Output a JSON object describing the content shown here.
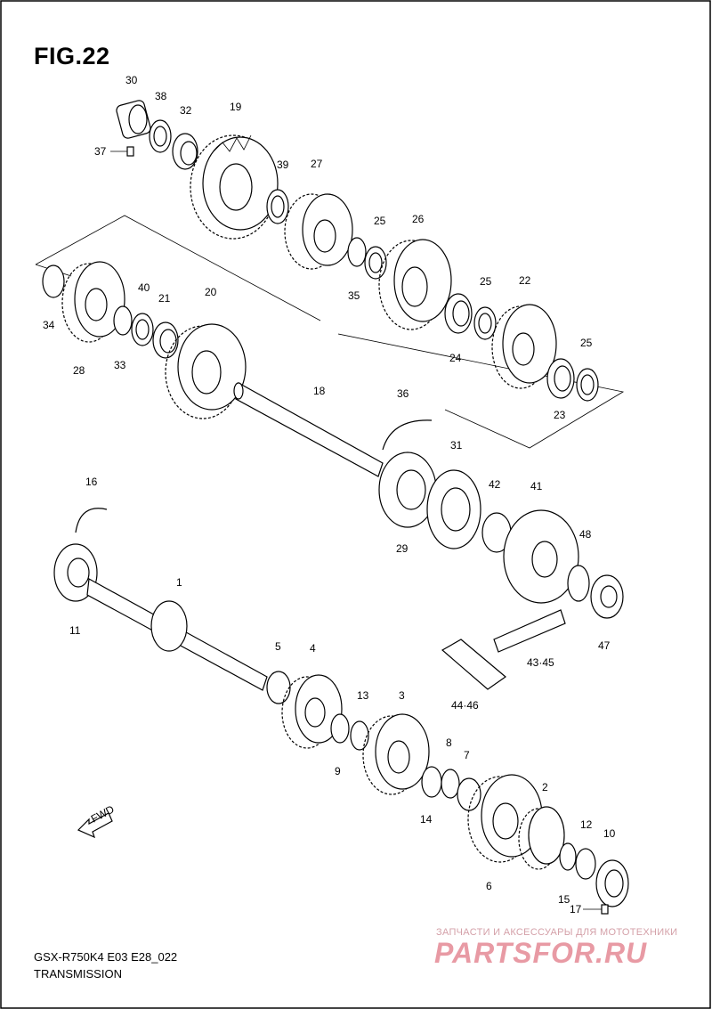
{
  "figure": {
    "title": "FIG.22",
    "model_code": "GSX-R750K4 E03 E28_022",
    "section": "TRANSMISSION",
    "fwd_label": "FWD"
  },
  "watermark": {
    "top_text": "ЗАПЧАСТИ И АКСЕССУАРЫ ДЛЯ МОТОТЕХНИКИ",
    "logo_text": "PARTSFOR.RU"
  },
  "callouts": [
    "30",
    "38",
    "32",
    "19",
    "37",
    "39",
    "27",
    "25",
    "26",
    "35",
    "25",
    "22",
    "24",
    "34",
    "40",
    "21",
    "20",
    "28",
    "33",
    "25",
    "23",
    "18",
    "36",
    "31",
    "42",
    "41",
    "29",
    "48",
    "47",
    "16",
    "1",
    "11",
    "5",
    "4",
    "13",
    "3",
    "9",
    "8",
    "7",
    "2",
    "14",
    "12",
    "10",
    "6",
    "15",
    "17",
    "44·46",
    "43·45"
  ]
}
